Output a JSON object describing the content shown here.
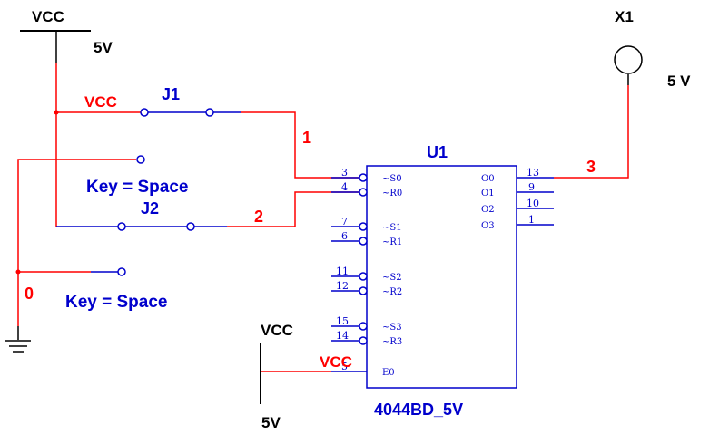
{
  "colors": {
    "wire_red": "#ff0000",
    "wire_blue": "#0000cc",
    "black": "#000000",
    "label_blue": "#0000cc",
    "label_red": "#ff0000"
  },
  "power": {
    "vcc_top": {
      "label": "VCC",
      "voltage": "5V"
    },
    "vcc_bottom": {
      "label": "VCC",
      "voltage": "5V"
    }
  },
  "probe": {
    "label": "X1",
    "voltage": "5 V"
  },
  "switches": [
    {
      "name": "J1",
      "net_label": "VCC",
      "key": "Key = Space"
    },
    {
      "name": "J2",
      "key": "Key = Space"
    }
  ],
  "nets": {
    "n0": "0",
    "n1": "1",
    "n2": "2",
    "n3": "3"
  },
  "ic": {
    "ref": "U1",
    "part": "4044BD_5V",
    "vcc_label": "VCC",
    "left_pins": [
      {
        "num": "3",
        "name": "~S0"
      },
      {
        "num": "4",
        "name": "~R0"
      },
      {
        "num": "7",
        "name": "~S1"
      },
      {
        "num": "6",
        "name": "~R1"
      },
      {
        "num": "11",
        "name": "~S2"
      },
      {
        "num": "12",
        "name": "~R2"
      },
      {
        "num": "15",
        "name": "~S3"
      },
      {
        "num": "14",
        "name": "~R3"
      },
      {
        "num": "5",
        "name": "E0"
      }
    ],
    "right_pins": [
      {
        "num": "13",
        "name": "O0"
      },
      {
        "num": "9",
        "name": "O1"
      },
      {
        "num": "10",
        "name": "O2"
      },
      {
        "num": "1",
        "name": "O3"
      }
    ]
  }
}
